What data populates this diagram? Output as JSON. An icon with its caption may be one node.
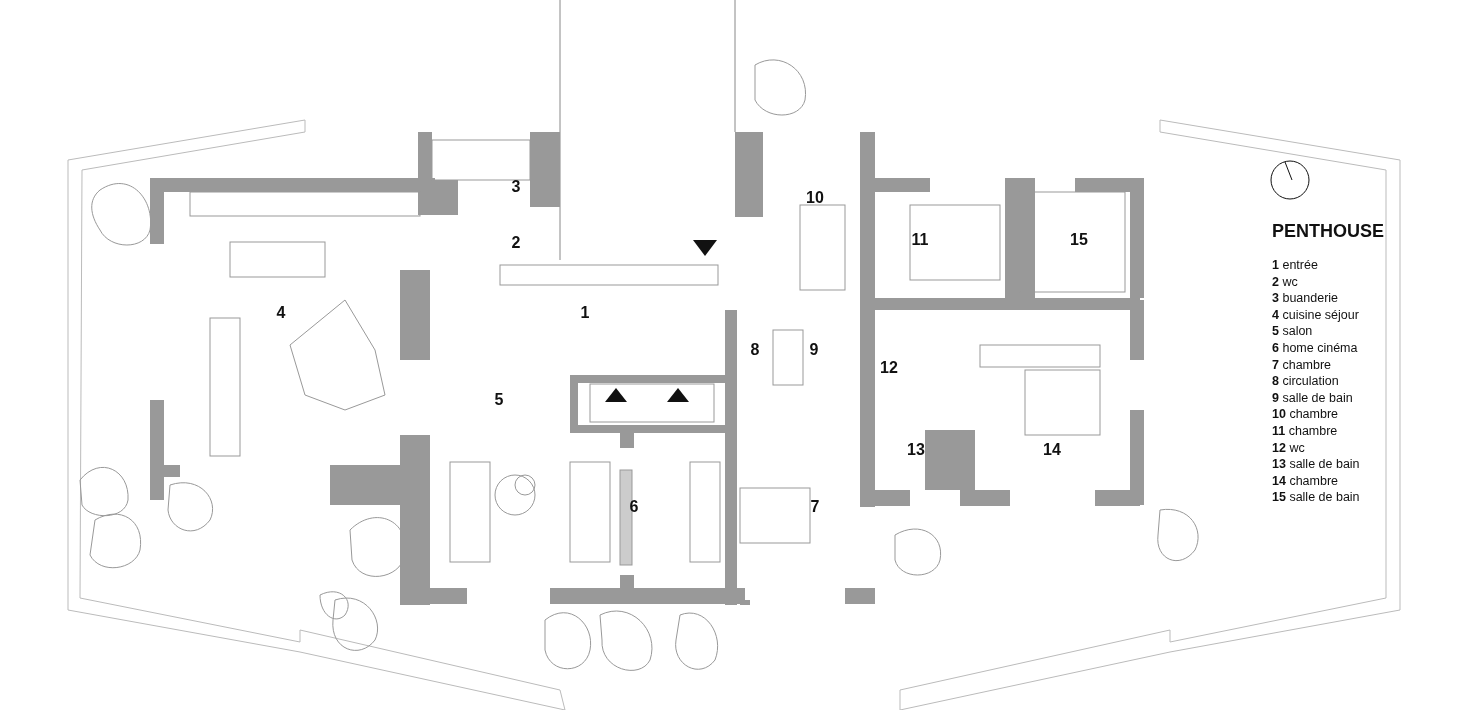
{
  "diagram": {
    "title": "PENTHOUSE",
    "labels": [
      "3",
      "10",
      "2",
      "11",
      "15",
      "4",
      "1",
      "8",
      "9",
      "12",
      "5",
      "13",
      "14",
      "6",
      "7",
      "**1** entrée",
      "**2** wc",
      "**3** buanderie",
      "**4** cuisine séjour",
      "**5** salon",
      "**6** home cinéma",
      "**7** chambre",
      "**8** circulation",
      "**9** salle de bain",
      "**10** chambre",
      "**11** chambre",
      "**12** wc",
      "**13** salle de bain",
      "**14** chambre",
      "**15** salle de bain"
    ]
  }
}
